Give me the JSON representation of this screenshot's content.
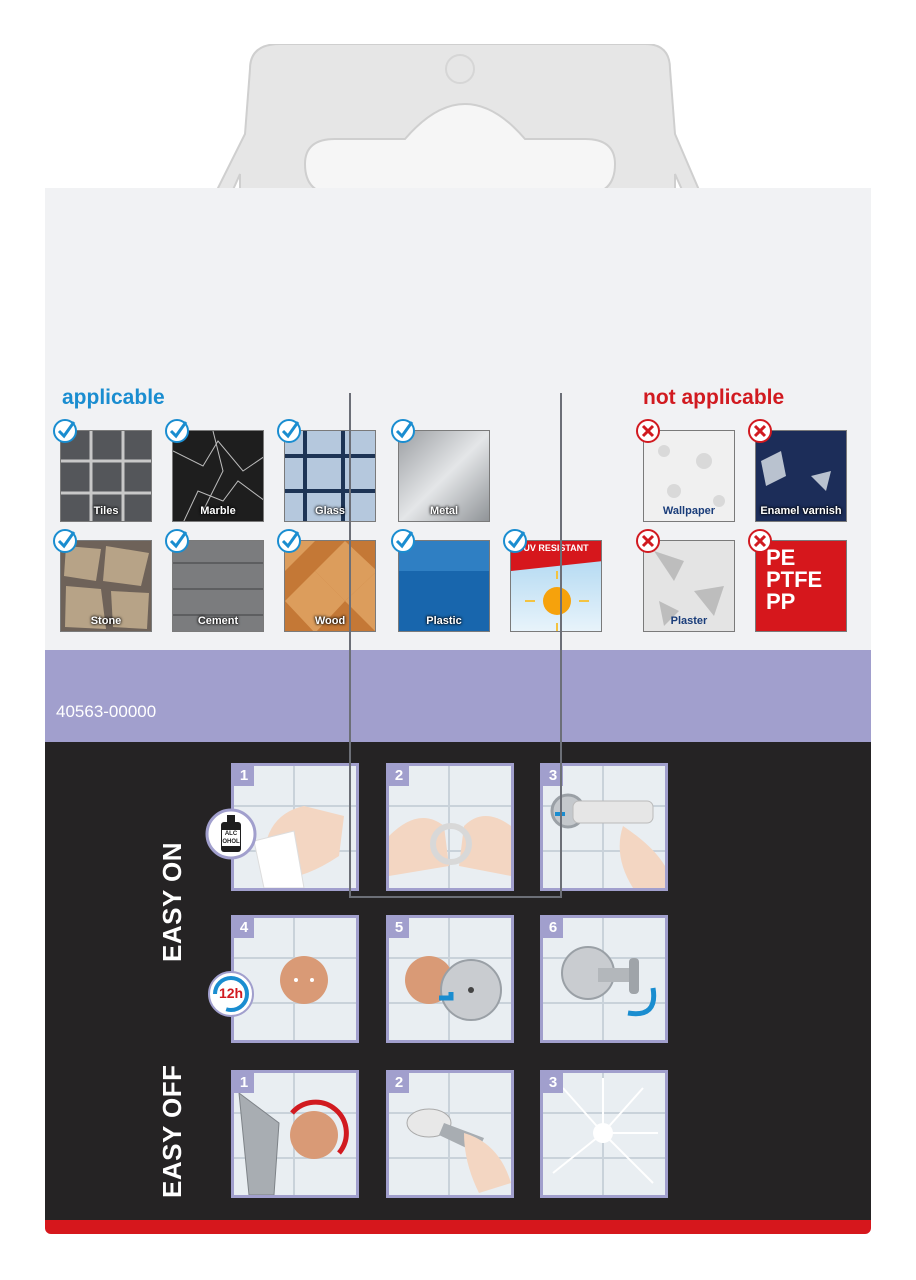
{
  "applicable": {
    "title": "applicable",
    "items": [
      {
        "label": "Tiles"
      },
      {
        "label": "Marble"
      },
      {
        "label": "Glass"
      },
      {
        "label": "Metal"
      },
      {
        "label": "Stone"
      },
      {
        "label": "Cement"
      },
      {
        "label": "Wood"
      },
      {
        "label": "Plastic"
      },
      {
        "label": "UV RESISTANT"
      }
    ]
  },
  "not_applicable": {
    "title": "not applicable",
    "items": [
      {
        "label": "Wallpaper"
      },
      {
        "label": "Enamel varnish"
      },
      {
        "label": "Plaster"
      },
      {
        "label": "PE PTFE PP",
        "lines": [
          "PE",
          "PTFE",
          "PP"
        ]
      }
    ]
  },
  "article_number": "40563-00000",
  "easy_on": {
    "title": "EASY ON",
    "steps": [
      "1",
      "2",
      "3",
      "4",
      "5",
      "6"
    ],
    "alcohol_label": "ALCOHOL",
    "alcohol_lines": [
      "ALC",
      "OHOL"
    ],
    "wait_label": "12h"
  },
  "easy_off": {
    "title": "EASY OFF",
    "steps": [
      "1",
      "2",
      "3"
    ]
  },
  "colors": {
    "applicable": "#1a8dd0",
    "not_applicable": "#d11a20",
    "band": "#a19fcd",
    "dark": "#252324",
    "red_strip": "#d6171c"
  }
}
